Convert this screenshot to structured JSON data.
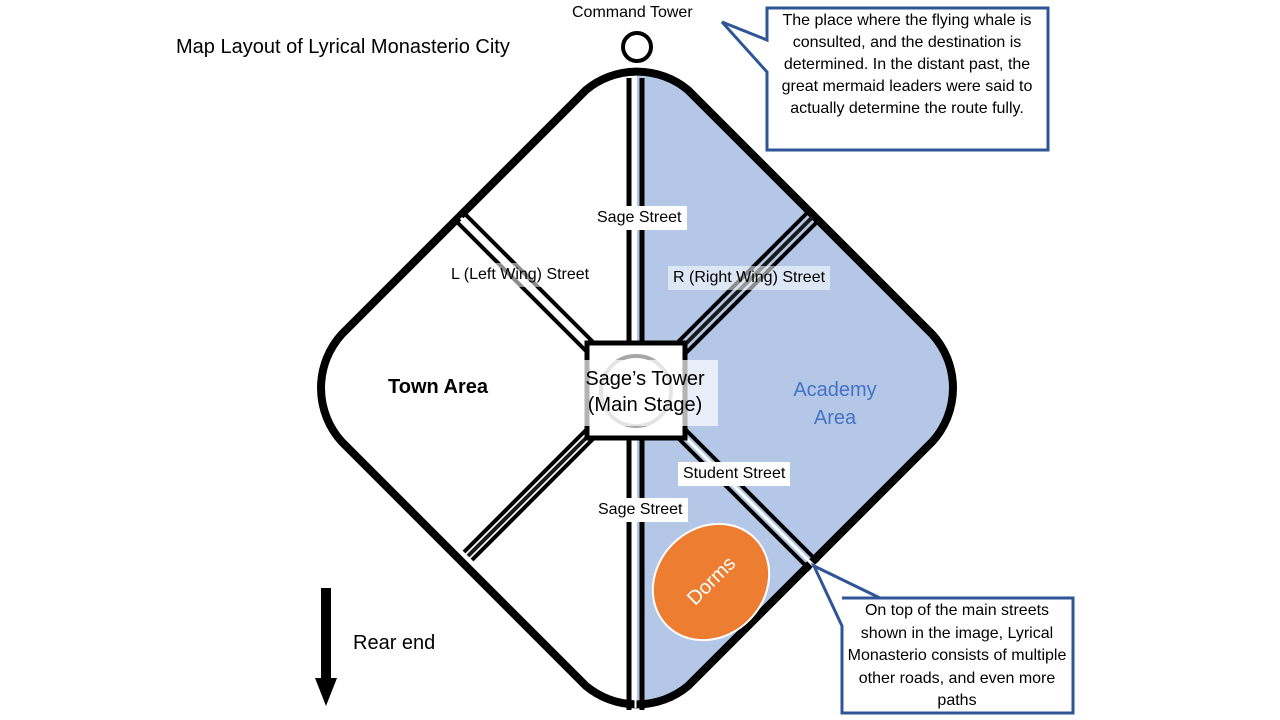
{
  "title": "Map Layout of Lyrical Monasterio City",
  "landmarks": {
    "command_tower": "Command Tower",
    "sages_tower_line1": "Sage’s Tower",
    "sages_tower_line2": "(Main Stage)",
    "dorms": "Dorms"
  },
  "areas": {
    "town": "Town Area",
    "academy_line1": "Academy",
    "academy_line2": "Area"
  },
  "streets": {
    "sage_top": "Sage Street",
    "sage_bottom": "Sage Street",
    "left_wing": "L (Left Wing) Street",
    "right_wing": "R (Right Wing) Street",
    "student": "Student Street"
  },
  "direction": {
    "label": "Rear end"
  },
  "callouts": {
    "top": "The place where the flying whale is consulted, and the destination is determined. In the distant past, the great mermaid leaders were said to actually determine the route fully.",
    "bottom": "On top of the main streets shown in the image, Lyrical Monasterio consists of multiple other roads, and even more paths"
  },
  "colors": {
    "academy_fill": "#b4c7e7",
    "academy_text": "#4472c4",
    "dorms_fill": "#ed7d31",
    "callout_border": "#2f5597",
    "outline": "#000000"
  }
}
